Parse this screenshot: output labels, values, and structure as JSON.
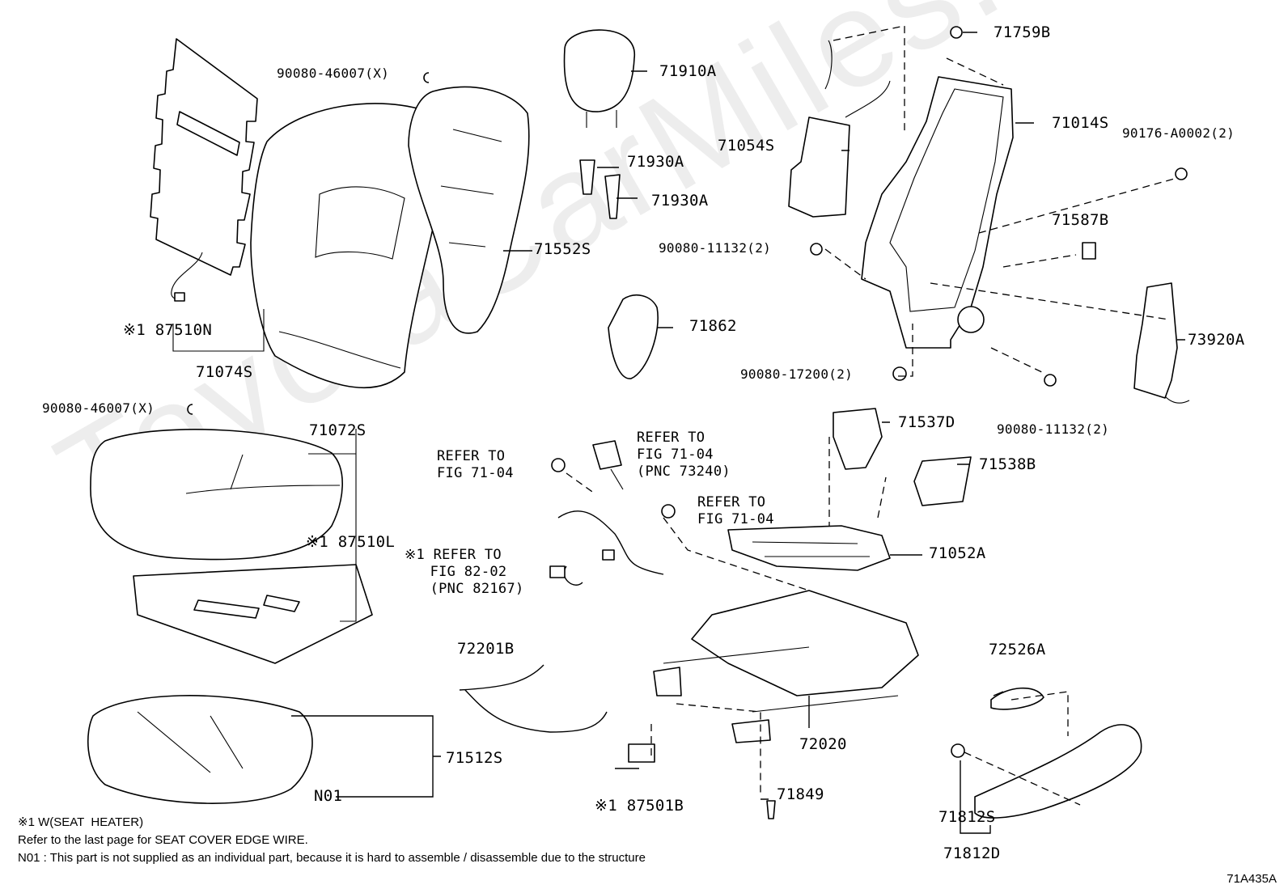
{
  "watermark": "ToyotaCarMiles.ru",
  "diagram_code": "71A435A",
  "labels": {
    "l_90080_46007_top": "90080-46007(X)",
    "l_71910A": "71910A",
    "l_71759B": "71759B",
    "l_71014S": "71014S",
    "l_90176": "90176-A0002(2)",
    "l_71054S": "71054S",
    "l_71930A_1": "71930A",
    "l_71930A_2": "71930A",
    "l_71587B": "71587B",
    "l_90080_11132_a": "90080-11132(2)",
    "l_71552S": "71552S",
    "l_87510N": "※1 87510N",
    "l_71074S": "71074S",
    "l_71862": "71862",
    "l_73920A": "73920A",
    "l_90080_17200": "90080-17200(2)",
    "l_90080_11132_b": "90080-11132(2)",
    "l_90080_46007_mid": "90080-46007(X)",
    "l_71072S": "71072S",
    "l_71537D": "71537D",
    "l_refer_1": "REFER TO\nFIG 71-04",
    "l_refer_2": "REFER TO\nFIG 71-04\n(PNC 73240)",
    "l_71538B": "71538B",
    "l_87510L": "※1 87510L",
    "l_refer_3": "REFER TO\nFIG 71-04",
    "l_71052A": "71052A",
    "l_refer_4": "※1 REFER TO\n   FIG 82-02\n   (PNC 82167)",
    "l_72201B": "72201B",
    "l_72526A": "72526A",
    "l_72020": "72020",
    "l_71512S": "71512S",
    "l_N01": "N01",
    "l_87501B": "※1 87501B",
    "l_71849": "71849",
    "l_71812S": "71812S",
    "l_71812D": "71812D"
  },
  "notes": {
    "line1": "※1 W(SEAT  HEATER)",
    "line2": "Refer to the last page for SEAT COVER EDGE WIRE.",
    "line3": "N01 : This part is not supplied as an individual part, because it is hard to assemble / disassemble due to the structure"
  }
}
